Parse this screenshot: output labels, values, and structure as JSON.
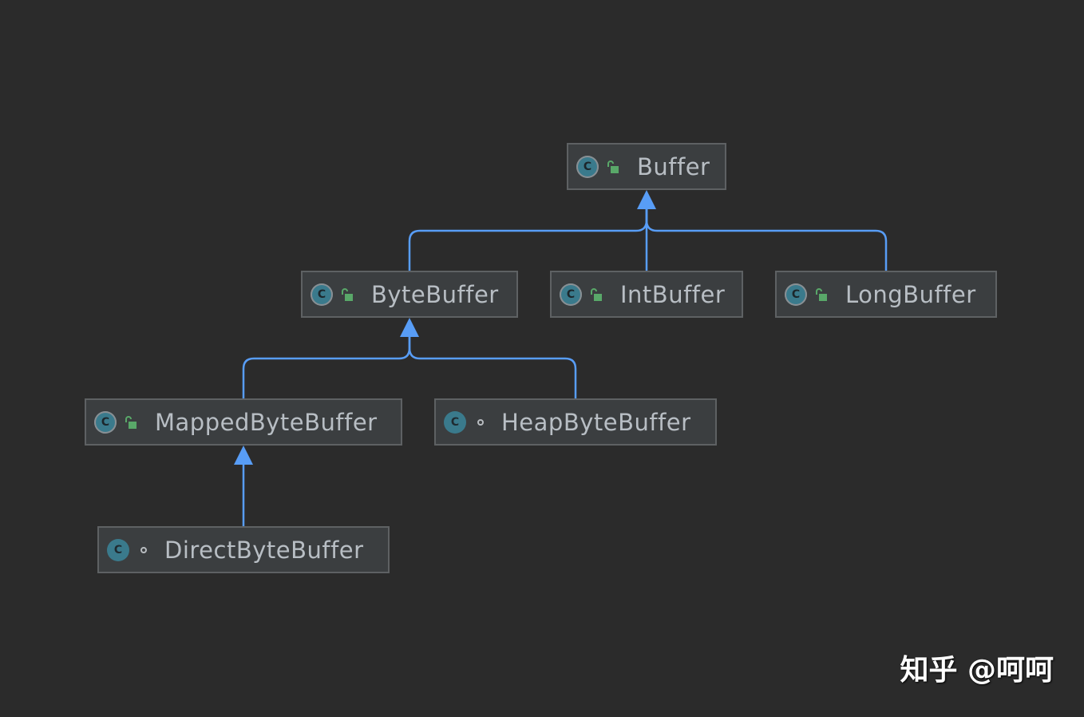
{
  "nodes": {
    "buffer": {
      "label": "Buffer",
      "icon": "abstract-class-icon"
    },
    "byteBuffer": {
      "label": "ByteBuffer",
      "icon": "abstract-class-icon"
    },
    "intBuffer": {
      "label": "IntBuffer",
      "icon": "abstract-class-icon"
    },
    "longBuffer": {
      "label": "LongBuffer",
      "icon": "abstract-class-icon"
    },
    "mappedByteBuffer": {
      "label": "MappedByteBuffer",
      "icon": "abstract-class-icon"
    },
    "heapByteBuffer": {
      "label": "HeapByteBuffer",
      "icon": "class-icon"
    },
    "directByteBuffer": {
      "label": "DirectByteBuffer",
      "icon": "class-icon"
    }
  },
  "edges": [
    {
      "from": "byteBuffer",
      "to": "buffer"
    },
    {
      "from": "intBuffer",
      "to": "buffer"
    },
    {
      "from": "longBuffer",
      "to": "buffer"
    },
    {
      "from": "mappedByteBuffer",
      "to": "byteBuffer"
    },
    {
      "from": "heapByteBuffer",
      "to": "byteBuffer"
    },
    {
      "from": "directByteBuffer",
      "to": "mappedByteBuffer"
    }
  ],
  "watermark": "知乎 @呵呵",
  "colors": {
    "background": "#2b2b2b",
    "node_fill": "#3b3e40",
    "node_border": "#5e6163",
    "arrow": "#589df6",
    "label": "#b8bec4",
    "lock": "#59a869"
  }
}
